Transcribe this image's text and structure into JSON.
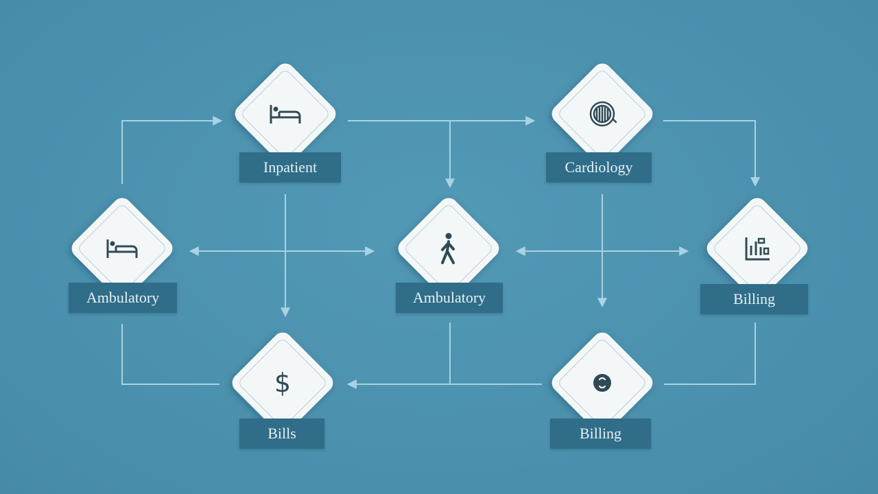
{
  "colors": {
    "background": "#4e95b2",
    "connector": "#a9d3e4",
    "node_fill": "#f4f7f8",
    "label_fill": "#2f6d88",
    "label_text": "#e8f1f5",
    "icon": "#2f4a55"
  },
  "nodes": [
    {
      "id": "n1",
      "icon": "hospital-bed-icon",
      "label": "Inpatient"
    },
    {
      "id": "n2",
      "icon": "hospital-bed-icon",
      "label": "Ambulatory"
    },
    {
      "id": "n3",
      "icon": "walking-person-icon",
      "label": "Ambulatory"
    },
    {
      "id": "n4",
      "icon": "cardiology-icon",
      "label": "Cardiology"
    },
    {
      "id": "n5",
      "icon": "chart-report-icon",
      "label": "Billing"
    },
    {
      "id": "n6",
      "icon": "dollar-sign-icon",
      "label": "Bills",
      "glyph": "$"
    },
    {
      "id": "n7",
      "icon": "coin-icon",
      "label": "Billing"
    }
  ]
}
